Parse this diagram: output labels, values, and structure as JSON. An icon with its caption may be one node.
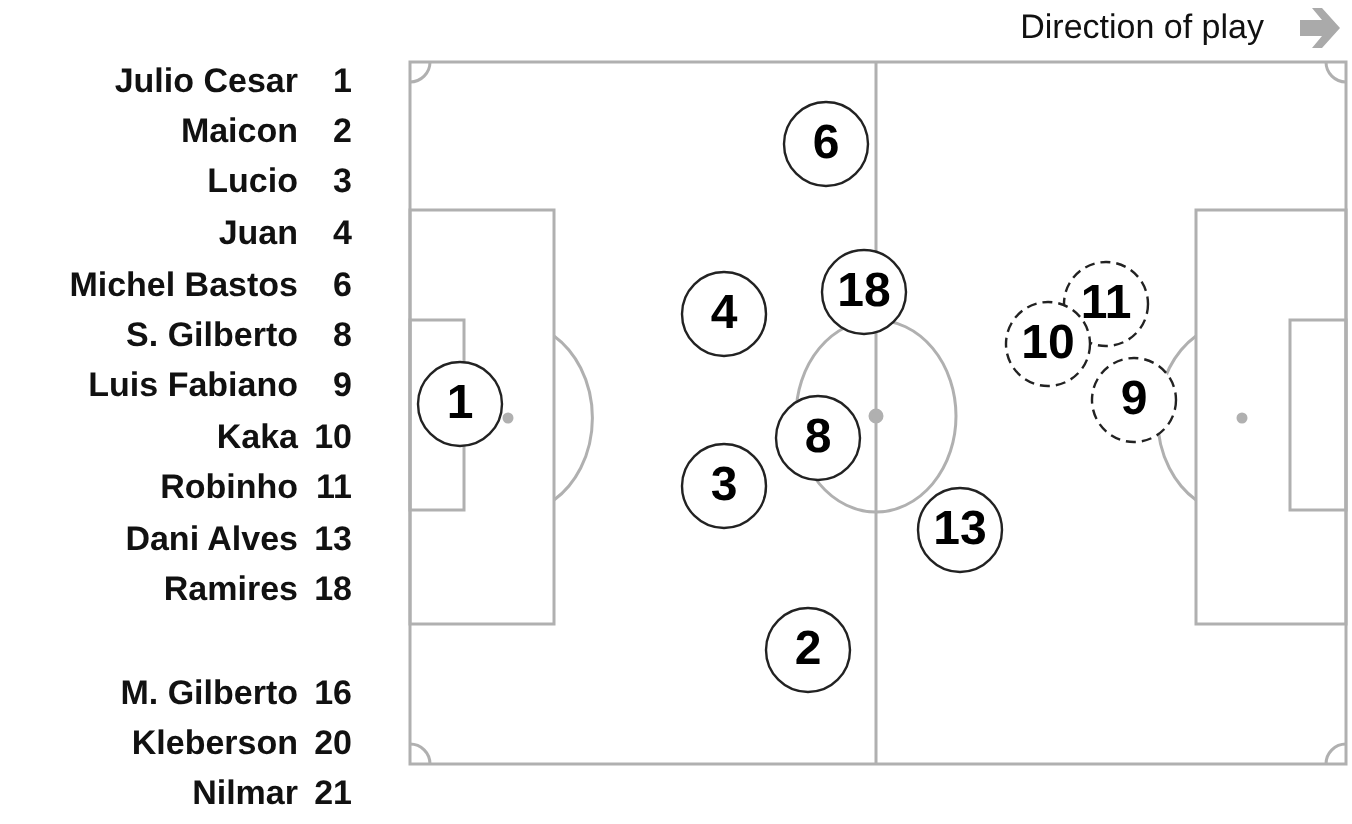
{
  "diagram": {
    "title": "Direction of play",
    "nodes": [
      {
        "text": [
          "6"
        ]
      },
      {
        "text": [
          "18"
        ]
      },
      {
        "text": [
          "4"
        ]
      },
      {
        "text": [
          "11"
        ]
      },
      {
        "text": [
          "10"
        ]
      },
      {
        "text": [
          "9"
        ]
      },
      {
        "text": [
          "1"
        ]
      },
      {
        "text": [
          "8"
        ]
      },
      {
        "text": [
          "3"
        ]
      },
      {
        "text": [
          "13"
        ]
      },
      {
        "text": [
          "2"
        ]
      }
    ],
    "edges": [],
    "labels": [
      "Julio Cesar",
      "1",
      "Maicon",
      "2",
      "Lucio",
      "3",
      "Juan",
      "4",
      "Michel Bastos",
      "6",
      "S. Gilberto",
      "8",
      "Luis Fabiano",
      "9",
      "Kaka",
      "10",
      "Robinho",
      "11",
      "Dani Alves",
      "13",
      "Ramires",
      "18",
      "M. Gilberto",
      "16",
      "Kleberson",
      "20",
      "Nilmar",
      "21"
    ]
  }
}
